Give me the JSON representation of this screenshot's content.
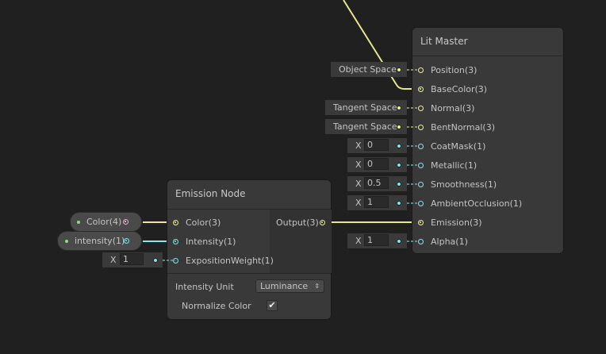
{
  "lit_master": {
    "title": "Lit Master",
    "ports": [
      {
        "label": "Position(3)",
        "type": "vector",
        "connected": false,
        "input": {
          "kind": "space",
          "value": "Object Space"
        }
      },
      {
        "label": "BaseColor(3)",
        "type": "vector",
        "connected": true
      },
      {
        "label": "Normal(3)",
        "type": "vector",
        "connected": false,
        "input": {
          "kind": "space",
          "value": "Tangent Space"
        }
      },
      {
        "label": "BentNormal(3)",
        "type": "vector",
        "connected": false,
        "input": {
          "kind": "space",
          "value": "Tangent Space"
        }
      },
      {
        "label": "CoatMask(1)",
        "type": "float",
        "connected": false,
        "input": {
          "kind": "x",
          "axis": "X",
          "value": "0"
        }
      },
      {
        "label": "Metallic(1)",
        "type": "float",
        "connected": false,
        "input": {
          "kind": "x",
          "axis": "X",
          "value": "0"
        }
      },
      {
        "label": "Smoothness(1)",
        "type": "float",
        "connected": false,
        "input": {
          "kind": "x",
          "axis": "X",
          "value": "0.5"
        }
      },
      {
        "label": "AmbientOcclusion(1)",
        "type": "float",
        "connected": false,
        "input": {
          "kind": "x",
          "axis": "X",
          "value": "1"
        }
      },
      {
        "label": "Emission(3)",
        "type": "vector",
        "connected": true
      },
      {
        "label": "Alpha(1)",
        "type": "float",
        "connected": false,
        "input": {
          "kind": "x",
          "axis": "X",
          "value": "1"
        }
      }
    ]
  },
  "emission_node": {
    "title": "Emission Node",
    "inputs": [
      {
        "label": "Color(3)"
      },
      {
        "label": "Intensity(1)"
      },
      {
        "label": "ExpositionWeight(1)",
        "axis": "X",
        "value": "1"
      }
    ],
    "output": {
      "label": "Output(3)"
    },
    "intensity_unit_label": "Intensity Unit",
    "intensity_unit_value": "Luminance",
    "normalize_color_label": "Normalize Color",
    "normalize_color_checked": true,
    "check_glyph": "✔"
  },
  "properties": [
    {
      "label": "Color(4)"
    },
    {
      "label": "intensity(1)"
    }
  ],
  "colors": {
    "vector": "#f0f08a",
    "float": "#84e4e7",
    "color": "#e8a6e6",
    "background": "#202020",
    "node": "#393939"
  }
}
